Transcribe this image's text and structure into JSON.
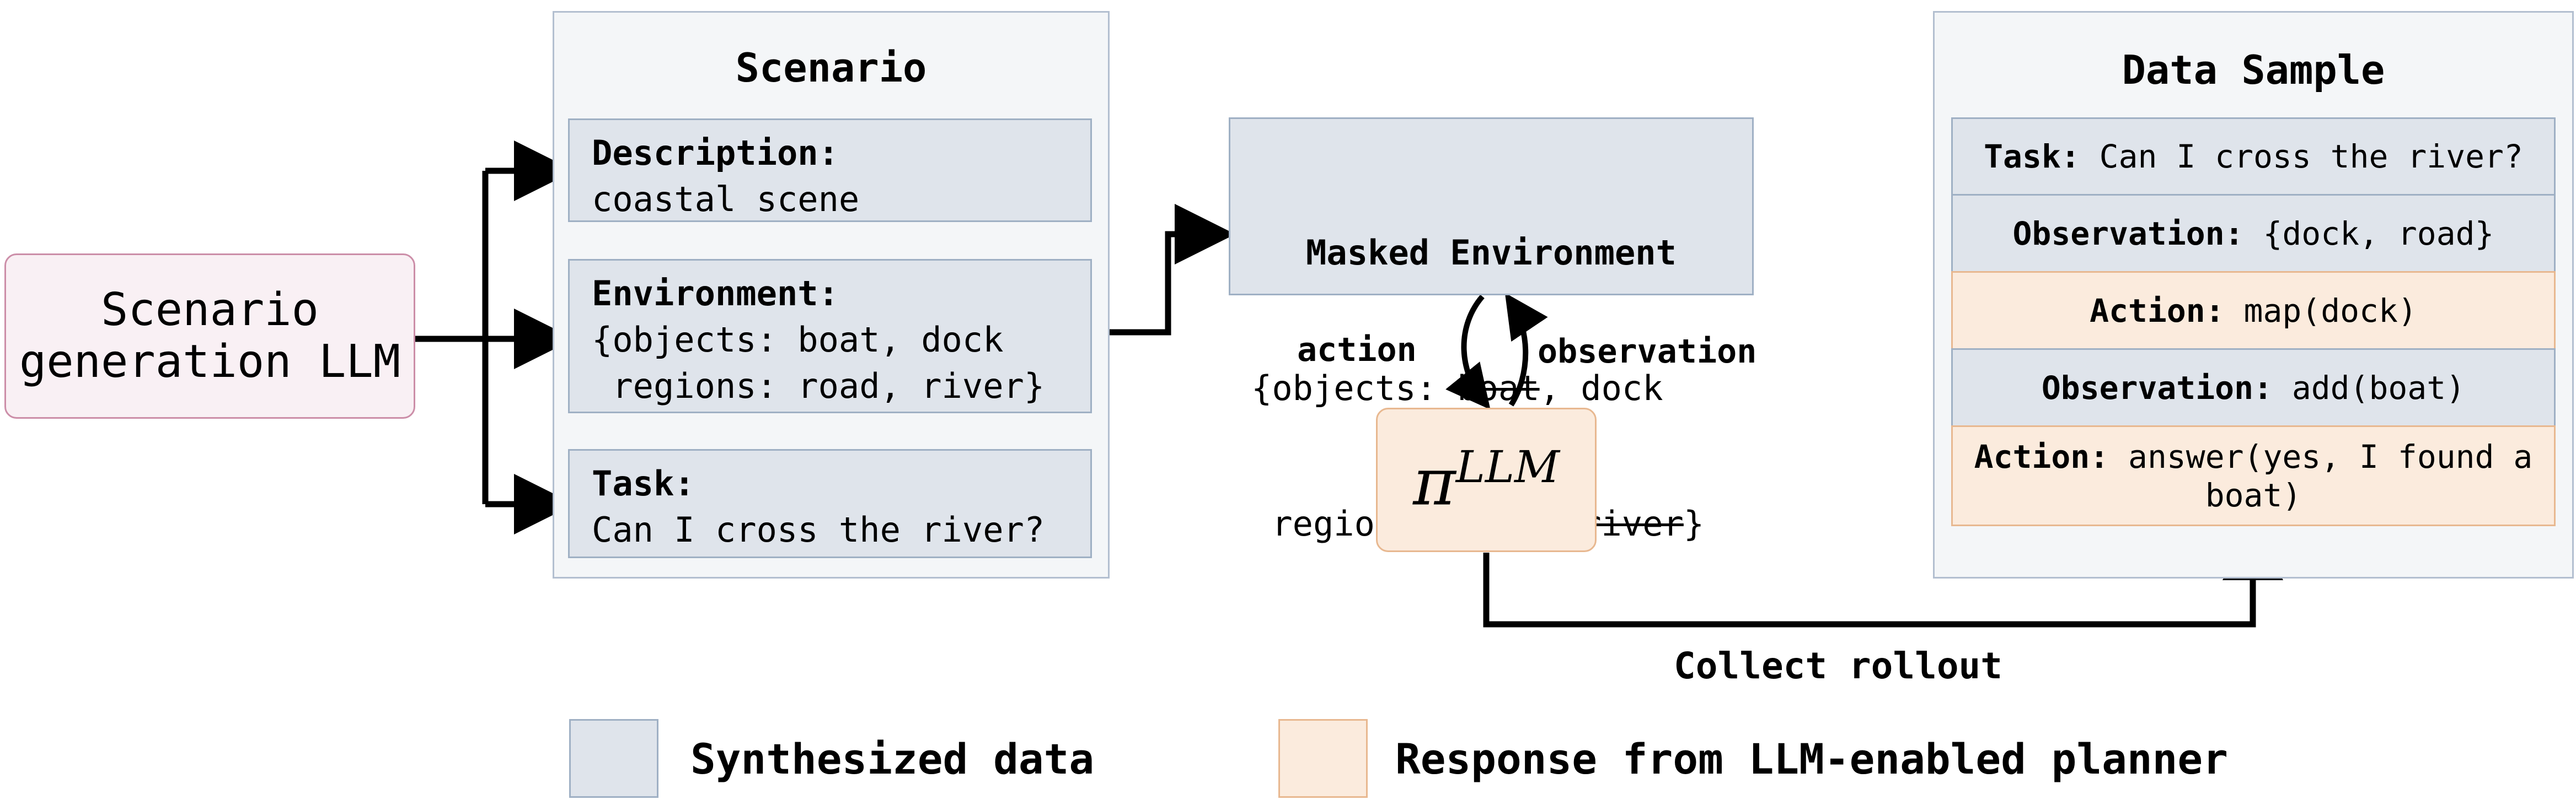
{
  "generator": {
    "label_line1": "Scenario",
    "label_line2": "generation LLM"
  },
  "scenario": {
    "title": "Scenario",
    "description": {
      "label": "Description:",
      "value": "coastal scene"
    },
    "environment": {
      "label": "Environment:",
      "line1": "{objects: boat, dock",
      "line2": " regions: road, river}"
    },
    "task": {
      "label": "Task:",
      "value": "Can I cross the river?"
    }
  },
  "masked_env": {
    "title": "Masked Environment",
    "line1_prefix": "{objects: ",
    "line1_struck": "boat",
    "line1_suffix": ", dock",
    "line2_prefix": " regions: road, ",
    "line2_struck": "river",
    "line2_suffix": "}"
  },
  "edges": {
    "action": "action",
    "observation": "observation",
    "collect": "Collect rollout"
  },
  "planner": {
    "symbol": "π",
    "superscript": "LLM"
  },
  "data_sample": {
    "title": "Data Sample",
    "rows": [
      {
        "label": "Task:",
        "value": " Can I cross the river?"
      },
      {
        "label": "Observation:",
        "value": " {dock, road}"
      },
      {
        "label": "Action:",
        "value": " map(dock)"
      },
      {
        "label": "Observation:",
        "value": " add(boat)"
      },
      {
        "label": "Action:",
        "value": " answer(yes, I found a boat)"
      }
    ]
  },
  "legend": {
    "synth": "Synthesized data",
    "planner": "Response from LLM-enabled planner"
  },
  "colors": {
    "synth_fill": "#dfe4eb",
    "planner_fill": "#fbebdd",
    "generator_fill": "#f9f0f4"
  }
}
